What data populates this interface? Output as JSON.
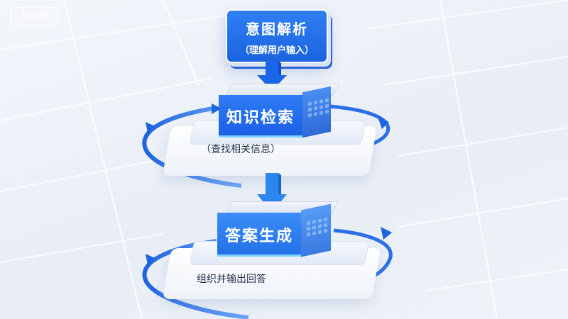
{
  "watermark": "AI生成",
  "steps": [
    {
      "title": "意图解析",
      "subtitle": "（理解用户输入）"
    },
    {
      "title": "知识检索",
      "caption": "（查找相关信息）"
    },
    {
      "title": "答案生成",
      "caption": "组织并输出回答"
    }
  ],
  "colors": {
    "accent": "#1f6be6",
    "accent_light": "#3a8bf5",
    "background": "#eef2f8",
    "caption_text": "#1f2f4a"
  }
}
